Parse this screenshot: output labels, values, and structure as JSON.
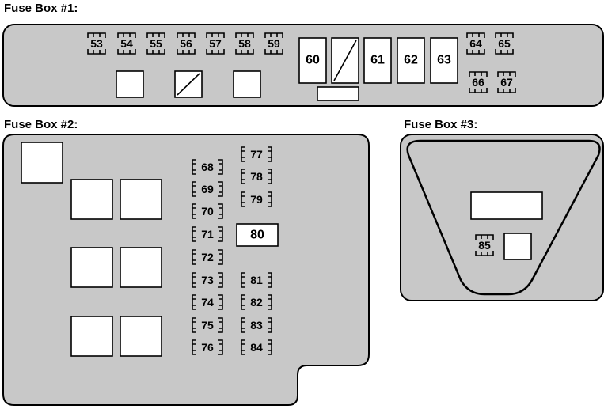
{
  "boxes": [
    {
      "title": "Fuse Box #1:"
    },
    {
      "title": "Fuse Box #2:"
    },
    {
      "title": "Fuse Box #3:"
    }
  ],
  "box1": {
    "top_fuses": [
      "53",
      "54",
      "55",
      "56",
      "57",
      "58",
      "59"
    ],
    "relays": [
      "60",
      "61",
      "62",
      "63"
    ],
    "right_fuses": [
      "64",
      "65",
      "66",
      "67"
    ]
  },
  "box2": {
    "left_fuses": [
      "68",
      "69",
      "70",
      "71",
      "72",
      "73",
      "74",
      "75",
      "76"
    ],
    "right_fuses": [
      "77",
      "78",
      "79",
      "81",
      "82",
      "83",
      "84"
    ],
    "relay": "80"
  },
  "box3": {
    "fuse": "85"
  },
  "colors": {
    "panel": "#c8c8c8",
    "stroke": "#000000",
    "slot": "#ffffff"
  }
}
